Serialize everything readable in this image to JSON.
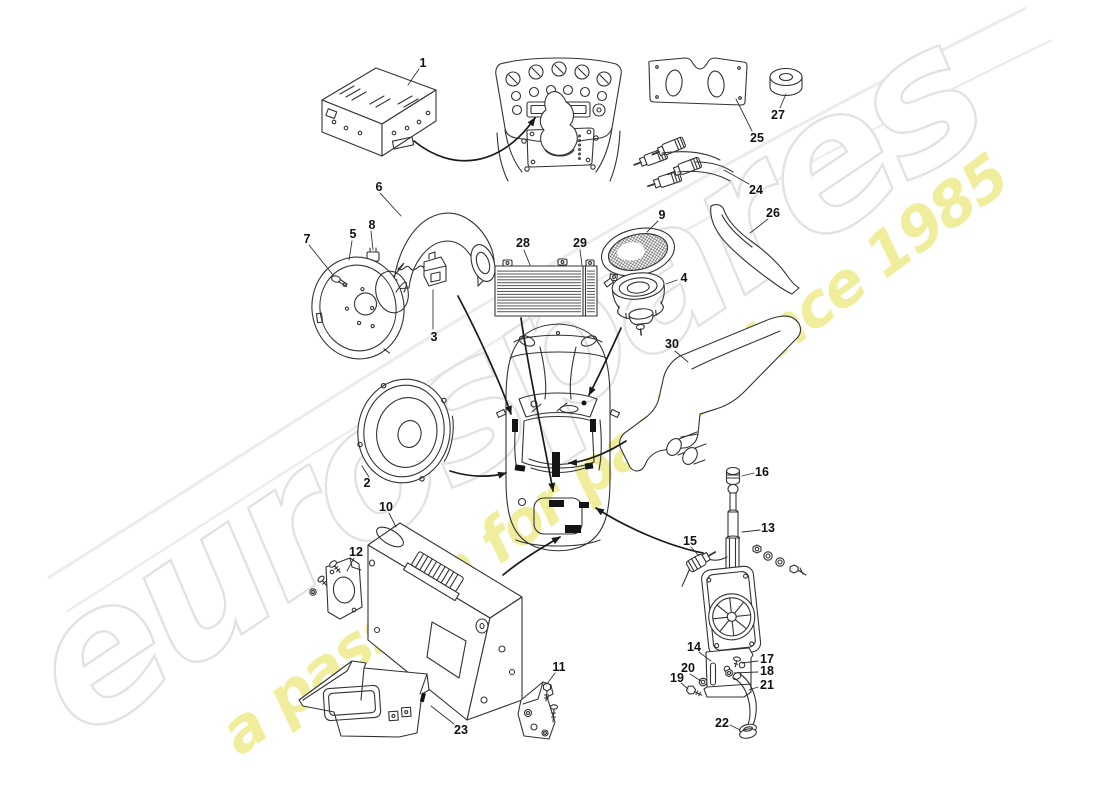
{
  "watermark": {
    "brand": "eurospares",
    "tagline": "a passion for parts since 1985",
    "brand_outline_color": "#e2e2e2",
    "brand_fill_color": "#ffffff",
    "tagline_color": "#f0ee9c",
    "swoosh_color": "#ececec"
  },
  "diagram": {
    "line_color": "#333333",
    "marker_color": "#141414",
    "callouts": [
      {
        "label": "1"
      },
      {
        "label": "2"
      },
      {
        "label": "3"
      },
      {
        "label": "4"
      },
      {
        "label": "5"
      },
      {
        "label": "6"
      },
      {
        "label": "7"
      },
      {
        "label": "8"
      },
      {
        "label": "9"
      },
      {
        "label": "10"
      },
      {
        "label": "11"
      },
      {
        "label": "12"
      },
      {
        "label": "13"
      },
      {
        "label": "14"
      },
      {
        "label": "15"
      },
      {
        "label": "16"
      },
      {
        "label": "17"
      },
      {
        "label": "18"
      },
      {
        "label": "19"
      },
      {
        "label": "20"
      },
      {
        "label": "21"
      },
      {
        "label": "22"
      },
      {
        "label": "23"
      },
      {
        "label": "24"
      },
      {
        "label": "25"
      },
      {
        "label": "26"
      },
      {
        "label": "27"
      },
      {
        "label": "28"
      },
      {
        "label": "29"
      },
      {
        "label": "30"
      }
    ]
  }
}
